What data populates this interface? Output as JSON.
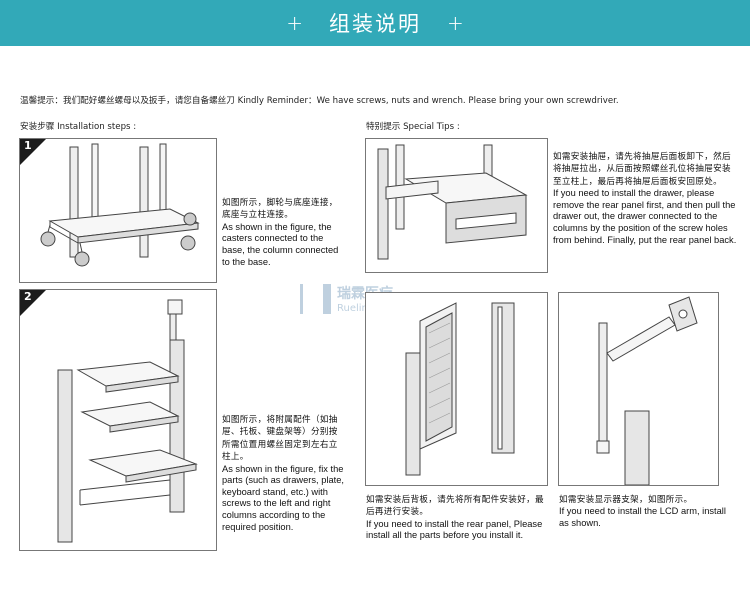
{
  "header": {
    "title": "组装说明",
    "left_symbol": "+",
    "right_symbol": "+"
  },
  "reminder": "温馨提示：我们配好螺丝螺母以及扳手，请您自备螺丝刀  Kindly Reminder：We have screws, nuts and wrench. Please bring your own screwdriver.",
  "installation_label": "安装步骤  Installation steps :",
  "special_label": "特别提示 Special Tips :",
  "steps": [
    {
      "number": "1",
      "cn": "如图所示，脚轮与底座连接，底座与立柱连接。",
      "en": "As shown in the figure, the casters connected to the base, the column connected to the base."
    },
    {
      "number": "2",
      "cn": "如图所示，将附属配件（如抽屉、托板、键盘架等）分别按所需位置用螺丝固定到左右立柱上。",
      "en": "As shown in the figure, fix the parts (such as drawers, plate, keyboard stand, etc.) with screws to the left and right columns according to the required position."
    }
  ],
  "tips": [
    {
      "cn": "如需安装抽屉，请先将抽屉后面板卸下，然后将抽屉拉出，从后面按照螺丝孔位将抽屉安装至立柱上，最后再将抽屉后面板安回原处。",
      "en": "If you need to install the drawer, please remove the rear panel  first, and then pull the drawer out, the drawer connected to the columns by the position of the screw holes from behind. Finally, put the rear panel back."
    },
    {
      "cn": "如需安装后背板，请先将所有配件安装好，最后再进行安装。",
      "en": "If you need to install the rear panel, Please install all the parts before you install it."
    },
    {
      "cn": "如需安装显示器支架，如图所示。",
      "en": "If you need to install the LCD arm, install as shown."
    }
  ],
  "watermark": {
    "cn": "瑞霖医疗",
    "en": "Ruelin medi"
  }
}
